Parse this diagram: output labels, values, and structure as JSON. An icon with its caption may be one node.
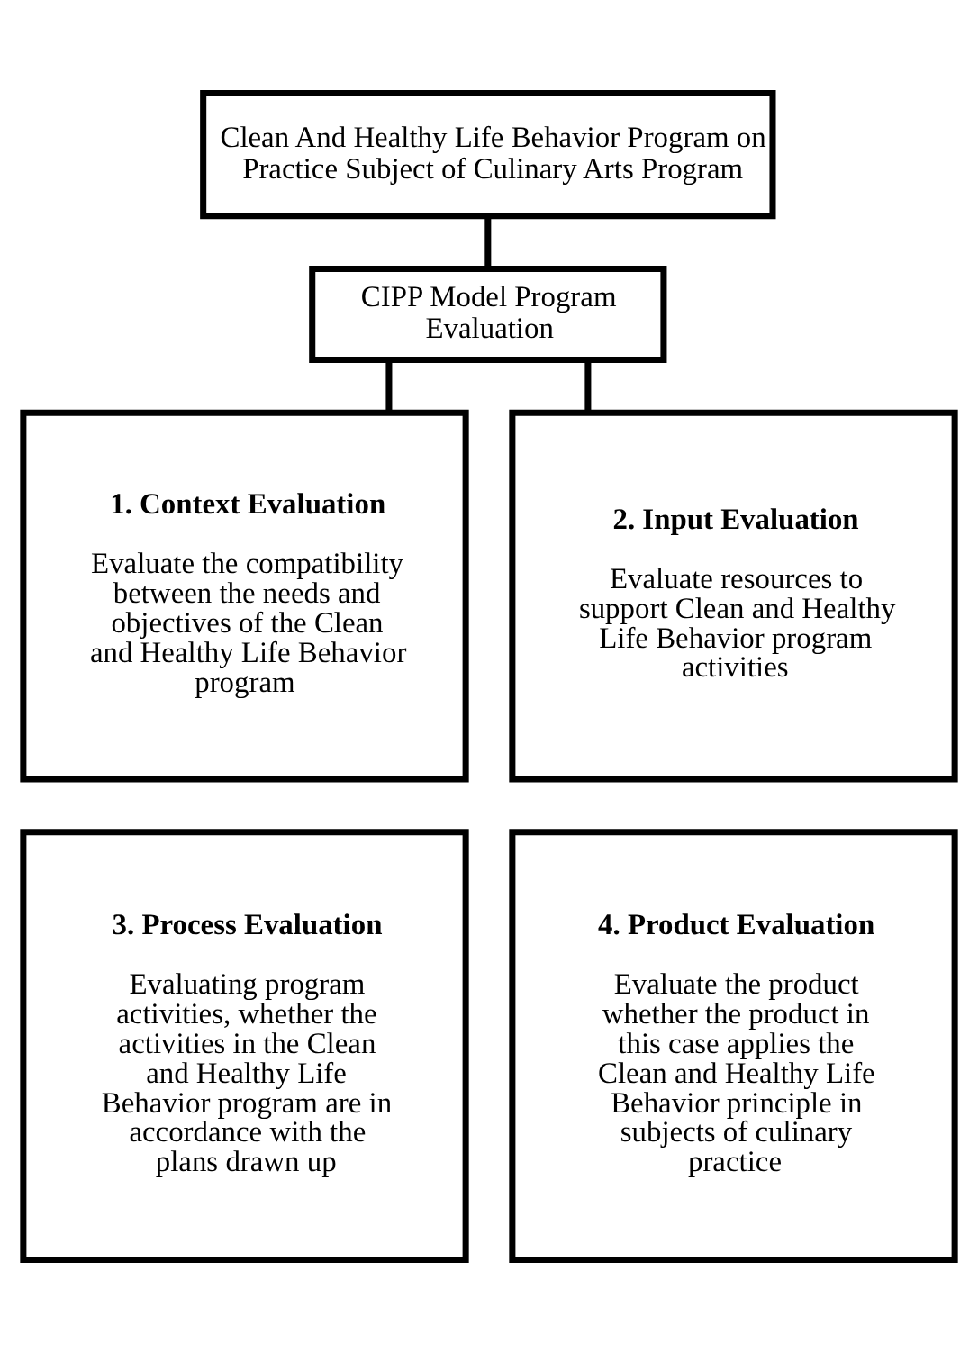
{
  "diagram": {
    "nodes": [
      {
        "text": [
          "Clean And Healthy Life Behavior Program on Practice Subject of Culinary Arts Program"
        ]
      },
      {
        "text": [
          "CIPP Model Program Evaluation"
        ]
      },
      {
        "text": [
          "1. Context Evaluation",
          "Evaluate the compatibility between the needs and objectives of the Clean and Healthy Life Behavior program"
        ]
      },
      {
        "text": [
          "2. Input Evaluation",
          "Evaluate resources to support Clean and Healthy Life Behavior program activities"
        ]
      },
      {
        "text": [
          "3. Process Evaluation",
          "Evaluating program activities, whether the activities in the Clean and Healthy Life Behavior program are in accordance with the plans drawn up"
        ]
      },
      {
        "text": [
          "4. Product Evaluation",
          "Evaluate the product whether the product in this case applies the Clean and Healthy Life Behavior principle in subjects of culinary practice"
        ]
      }
    ],
    "edges": [
      {
        "from": 0,
        "to": 1,
        "arrow": "none"
      },
      {
        "from": 1,
        "to": 2,
        "arrow": "none"
      },
      {
        "from": 1,
        "to": 3,
        "arrow": "none"
      }
    ]
  }
}
